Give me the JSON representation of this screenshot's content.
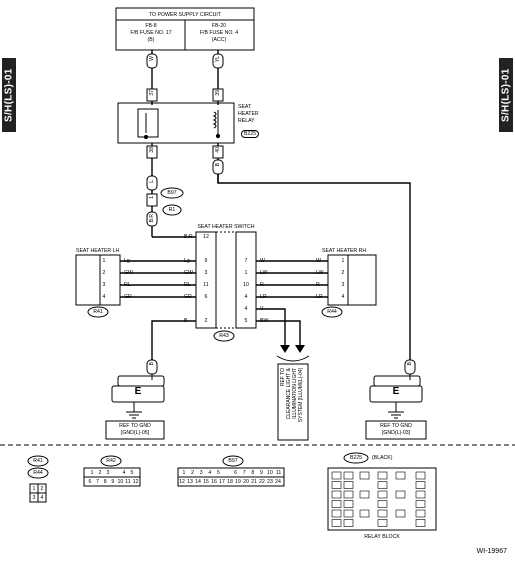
{
  "side_tab": "S/H(LS)-01",
  "power": {
    "title": "TO POWER SUPPLY CIRCUIT",
    "fuse_left": [
      "FB-8",
      "F/B FUSE NO. 17",
      "(B)"
    ],
    "fuse_right": [
      "FB-20",
      "F/B FUSE NO. 4",
      "(ACC)"
    ]
  },
  "wires_top": {
    "left": "W",
    "right": "YL"
  },
  "relay": {
    "title": [
      "SEAT",
      "HEATER",
      "RELAY"
    ],
    "code": "B225",
    "pins": [
      "37",
      "39",
      "38",
      "40"
    ]
  },
  "wires_mid": {
    "left": "L",
    "right": "B"
  },
  "b97": {
    "code": "B97",
    "pin": "1",
    "wire": "B:R",
    "r1": "R1"
  },
  "switch": {
    "title": "SEAT HEATER SWITCH",
    "code": "R43",
    "left_rows": [
      {
        "wire": "B:R",
        "pin": "12"
      },
      {
        "wire": "Lg",
        "pin": "9"
      },
      {
        "wire": "GW",
        "pin": "3"
      },
      {
        "wire": "RL",
        "pin": "11"
      },
      {
        "wire": "GR",
        "pin": "6"
      },
      {
        "wire": "B",
        "pin": "2"
      }
    ],
    "right_rows": [
      {
        "pin": "7",
        "wire": "W"
      },
      {
        "pin": "1",
        "wire": "LW"
      },
      {
        "pin": "10",
        "wire": "R"
      },
      {
        "pin": "4",
        "wire": "LR"
      },
      {
        "pin": "4",
        "wire": "V"
      },
      {
        "pin": "5",
        "wire": "BW"
      }
    ]
  },
  "heater_lh": {
    "title": "SEAT HEATER LH",
    "code": "R41",
    "rows": [
      {
        "pin": "1",
        "wire": "Lg"
      },
      {
        "pin": "2",
        "wire": "GW"
      },
      {
        "pin": "3",
        "wire": "RL"
      },
      {
        "pin": "4",
        "wire": "GR"
      }
    ]
  },
  "heater_rh": {
    "title": "SEAT HEATER RH",
    "code": "R44",
    "rows": [
      {
        "wire": "W",
        "pin": "1"
      },
      {
        "wire": "LW",
        "pin": "2"
      },
      {
        "wire": "R",
        "pin": "3"
      },
      {
        "wire": "LR",
        "pin": "4"
      }
    ]
  },
  "ground_left": {
    "wire": "B",
    "label": "E",
    "ref": [
      "REF TO GND",
      "[GND(L)-05]"
    ]
  },
  "ground_right": {
    "wire": "B",
    "label": "E",
    "ref": [
      "REF TO GND",
      "[GND(L)-03]"
    ]
  },
  "clearance_ref": [
    "REF TO",
    "CLEARANCE LIGHT &",
    "ILLUMINATION LIGHT",
    "SYSTEM [ILLUMI(L)-04]"
  ],
  "connectors": {
    "r41": "R41",
    "r44": "R44",
    "r41_pins_top": [
      "1",
      "2"
    ],
    "r41_pins_bot": [
      "3",
      "4"
    ],
    "r42": "R42",
    "r42_top": [
      "1",
      "2",
      "3",
      "",
      "4",
      "5"
    ],
    "r42_bot": [
      "6",
      "7",
      "8",
      "9",
      "10",
      "11",
      "12"
    ],
    "b97": "B97",
    "b97_top": [
      "1",
      "2",
      "3",
      "4",
      "5",
      "",
      "6",
      "7",
      "8",
      "9",
      "10",
      "11"
    ],
    "b97_bot": [
      "12",
      "13",
      "14",
      "15",
      "16",
      "17",
      "18",
      "19",
      "20",
      "21",
      "22",
      "23",
      "24"
    ],
    "b225": "B225",
    "b225_color": "(BLACK)",
    "relay_block": "RELAY BLOCK"
  },
  "figure_id": "WI-19967"
}
